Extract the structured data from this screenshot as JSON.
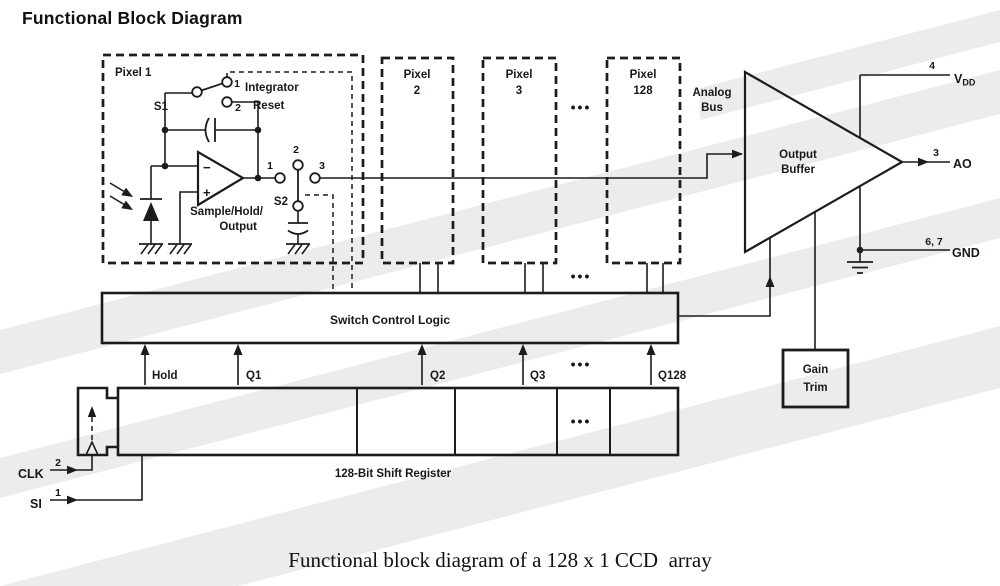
{
  "title": "Functional Block Diagram",
  "caption": "Functional block diagram of a 128 x 1 CCD  array",
  "ellipsis": "•••",
  "pixel1": {
    "label": "Pixel 1",
    "s1_label": "S1",
    "s1_pos1": "1",
    "s1_pos2": "2",
    "integrator_line1": "Integrator",
    "integrator_line2": "Reset",
    "opamp_minus": "−",
    "opamp_plus": "+",
    "s2_label": "S2",
    "s2_pos1": "1",
    "s2_pos2": "2",
    "s2_pos3": "3",
    "sample_line1": "Sample/Hold/",
    "sample_line2": "Output"
  },
  "pixel2": {
    "line1": "Pixel",
    "line2": "2"
  },
  "pixel3": {
    "line1": "Pixel",
    "line2": "3"
  },
  "pixel128": {
    "line1": "Pixel",
    "line2": "128"
  },
  "analog_bus": {
    "line1": "Analog",
    "line2": "Bus"
  },
  "output_buffer": {
    "line1": "Output",
    "line2": "Buffer"
  },
  "gain_trim": {
    "line1": "Gain",
    "line2": "Trim"
  },
  "switch_control_logic": "Switch Control Logic",
  "shift_register": "128-Bit Shift Register",
  "control_signals": {
    "hold": "Hold",
    "q1": "Q1",
    "q2": "Q2",
    "q3": "Q3",
    "q128": "Q128"
  },
  "pins": {
    "vdd_pin": "4",
    "vdd_name": "V",
    "vdd_sub": "DD",
    "ao_pin": "3",
    "ao_name": "AO",
    "gnd_pin": "6, 7",
    "gnd_name": "GND",
    "clk_name": "CLK",
    "clk_pin": "2",
    "si_name": "SI",
    "si_pin": "1"
  },
  "colors": {
    "line": "#1c1c1c",
    "text": "#14181f",
    "stripe": "#ececec",
    "bg": "#ffffff"
  }
}
